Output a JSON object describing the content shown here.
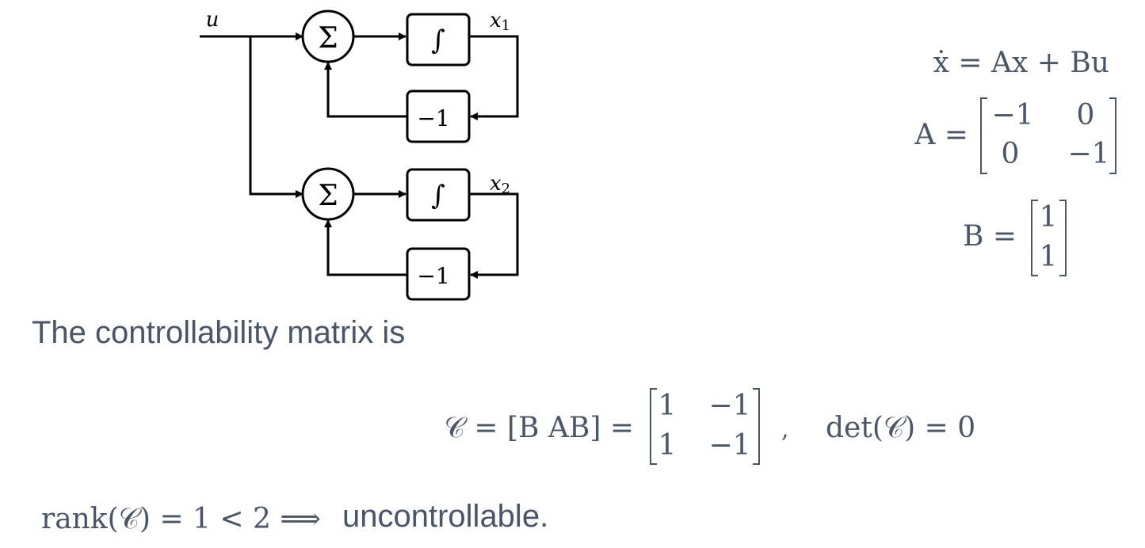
{
  "diagram": {
    "input_label": "u",
    "sum_symbol": "Σ",
    "integral_symbol": "∫",
    "gain_label": "−1",
    "state1_label": "x",
    "state1_sub": "1",
    "state2_label": "x",
    "state2_sub": "2"
  },
  "equations": {
    "state_eq": "ẋ = Ax + Bu",
    "A_prefix": "A =",
    "A_matrix": [
      [
        "−1",
        "0"
      ],
      [
        "0",
        "−1"
      ]
    ],
    "B_prefix": "B =",
    "B_matrix": [
      [
        "1"
      ],
      [
        "1"
      ]
    ],
    "C_def": "𝒞 = [B   AB] =",
    "C_matrix": [
      [
        "1",
        "−1"
      ],
      [
        "1",
        "−1"
      ]
    ],
    "C_comma": ",",
    "det": "det(𝒞) = 0",
    "rank": "rank(𝒞) = 1 < 2 ⟹"
  },
  "text": {
    "controllability_intro": "The controllability matrix is",
    "conclusion": "uncontrollable."
  }
}
